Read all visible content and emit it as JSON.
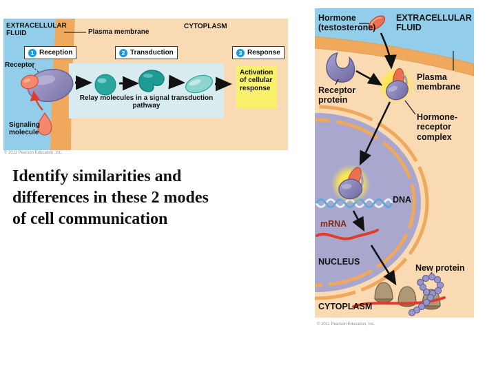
{
  "slide": {
    "question_lines": [
      "Identify similarities and",
      "differences in these 2 modes",
      "of cell communication"
    ]
  },
  "left_diagram": {
    "labels": {
      "extracellular_fluid": "EXTRACELLULAR\nFLUID",
      "cytoplasm": "CYTOPLASM",
      "plasma_membrane": "Plasma membrane",
      "receptor": "Receptor",
      "signaling_molecule": "Signaling\nmolecule",
      "relay_caption": "Relay molecules in a signal transduction\npathway",
      "activation": "Activation\nof cellular\nresponse"
    },
    "steps": [
      {
        "num": "1",
        "label": "Reception"
      },
      {
        "num": "2",
        "label": "Transduction"
      },
      {
        "num": "3",
        "label": "Response"
      }
    ],
    "credit": "© 2011 Pearson Education, Inc."
  },
  "right_diagram": {
    "labels": {
      "hormone": "Hormone\n(testosterone)",
      "extracellular_fluid": "EXTRACELLULAR\nFLUID",
      "receptor_protein": "Receptor\nprotein",
      "plasma_membrane": "Plasma\nmembrane",
      "hormone_receptor_complex": "Hormone-\nreceptor\ncomplex",
      "dna": "DNA",
      "mrna": "mRNA",
      "nucleus": "NUCLEUS",
      "new_protein": "New protein",
      "cytoplasm": "CYTOPLASM"
    },
    "credit": "© 2011 Pearson Education, Inc."
  },
  "colors": {
    "extracellular_blue": "#92CEEA",
    "membrane_orange": "#F0A95C",
    "cytoplasm_peach": "#F9DAB2",
    "relay_panel_blue": "#D8ECEF",
    "highlight_yellow": "#F9F06B",
    "nucleus_purple": "#A9A7CE",
    "step_badge_blue": "#1B9CD8",
    "mrna_red": "#E23B2C"
  }
}
